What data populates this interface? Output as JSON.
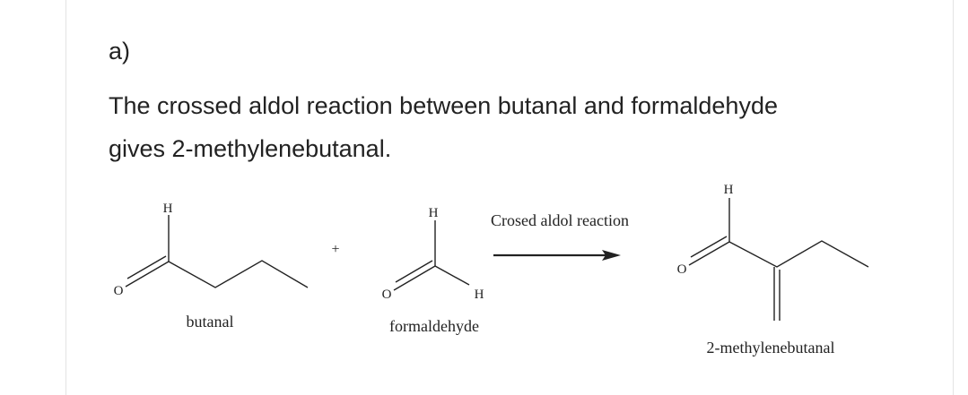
{
  "part_label": "a)",
  "description_line1": "The crossed aldol reaction between butanal and formaldehyde",
  "description_line2": "gives 2-methylenebutanal.",
  "scheme": {
    "reactant1": {
      "name": "butanal",
      "atoms": {
        "h": "H",
        "o": "O"
      }
    },
    "plus": "+",
    "reactant2": {
      "name": "formaldehyde",
      "atoms": {
        "h1": "H",
        "h2": "H",
        "o": "O"
      }
    },
    "arrow_label": "Crosed aldol reaction",
    "product": {
      "name": "2-methylenebutanal",
      "atoms": {
        "h": "H",
        "o": "O"
      }
    }
  }
}
